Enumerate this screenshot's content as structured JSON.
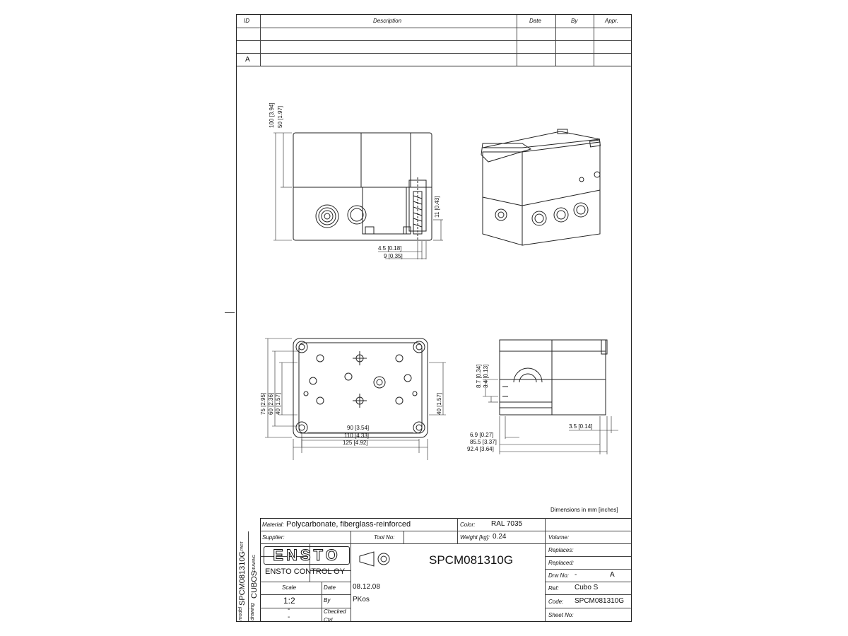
{
  "revision_table": {
    "headers": {
      "id": "ID",
      "description": "Description",
      "date": "Date",
      "by": "By",
      "appr": "Appr."
    },
    "rows": [
      [
        "",
        "",
        "",
        "",
        ""
      ],
      [
        "",
        "",
        "",
        "",
        ""
      ],
      [
        "A",
        "",
        "",
        "",
        ""
      ]
    ]
  },
  "views": {
    "side": {
      "dims_left": [
        "100 [3.94]",
        "50 [1.97]"
      ],
      "dim_right": "11 [0.43]",
      "dims_bottom": [
        "4.5 [0.18]",
        "9 [0.35]"
      ]
    },
    "top": {
      "dims_left": [
        "75 [2.95]",
        "60 [2.36]",
        "40 [1.57]"
      ],
      "dim_right": "40 [1.57]",
      "dims_bottom": [
        "90 [3.54]",
        "110 [4.33]",
        "125 [4.92]"
      ]
    },
    "section": {
      "dims_left": [
        "8.7 [0.34]",
        "3.4 [0.13]"
      ],
      "dim_right": "3.5 [0.14]",
      "dims_bottom": [
        "6.9 [0.27]",
        "85.5 [3.37]",
        "92.4 [3.64]"
      ]
    },
    "units_note": "Dimensions in mm [inches]"
  },
  "title_block": {
    "material_label": "Material:",
    "material_value": "Polycarbonate, fiberglass-reinforced",
    "color_label": "Color:",
    "color_value": "RAL 7035",
    "supplier_label": "Supplier:",
    "tool_no_label": "Tool No:",
    "weight_label": "Weight [kg]:",
    "weight_value": "0.24",
    "volume_label": "Volume:",
    "logo_text": "ENSTO",
    "company": "ENSTO CONTROL OY",
    "drawing_number": "SPCM081310G",
    "replaces_label": "Replaces:",
    "replaced_label": "Replaced:",
    "drw_no_label": "Drw No:",
    "drw_no_value": "-",
    "drw_rev": "A",
    "ref_label": "Ref:",
    "ref_value": "Cubo S",
    "code_label": "Code:",
    "code_value": "SPCM081310G",
    "sheet_label": "Sheet No:",
    "scale_label": "Scale",
    "scale_value": "1:2",
    "scale_dash1": "-",
    "scale_dash2": "-",
    "date_label": "Date",
    "date_value": "08.12.08",
    "by_label": "By",
    "by_value": "PKos",
    "checked_label": "Checked",
    "ctrl_label": "Ctrl",
    "side_model_label": "model",
    "side_model_value": "SPCM081310G",
    "side_model_tag": "PART",
    "side_drawing_label": "drawing",
    "side_drawing_value": "CUBOS",
    "side_drawing_tag": "DRAWING"
  }
}
